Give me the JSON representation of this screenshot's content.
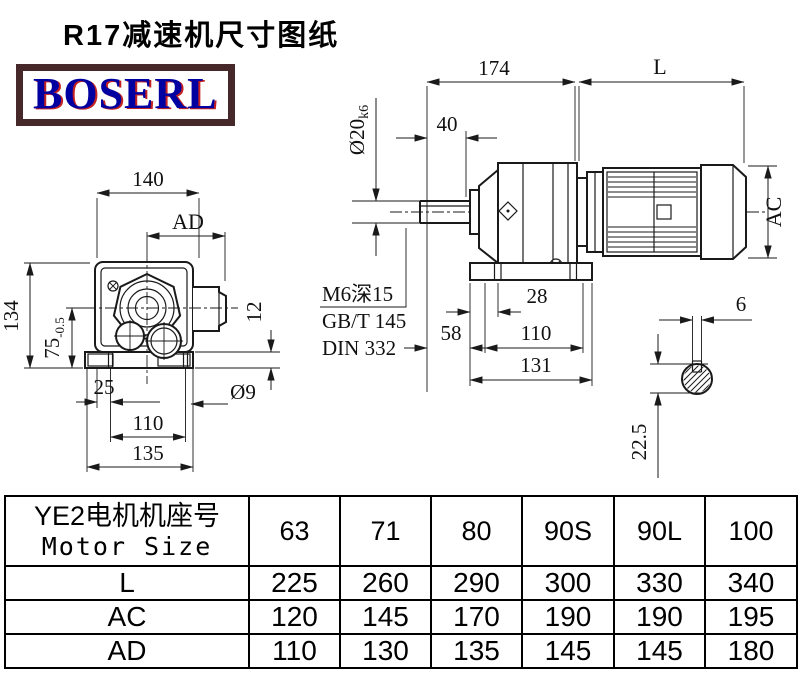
{
  "title": "R17减速机尺寸图纸",
  "logo_text": "BOSERL",
  "colors": {
    "logo_border": "#46282a",
    "logo_text": "#0000a0",
    "logo_shadow": "#c42222",
    "line": "#1a1a1a"
  },
  "front_view": {
    "dim_140": "140",
    "dim_ad": "AD",
    "dim_134": "134",
    "dim_75": "75",
    "dim_75_tol": "-0.5",
    "dim_12": "12",
    "dim_25": "25",
    "dim_d9": "Ø9",
    "dim_110": "110",
    "dim_135": "135"
  },
  "side_view": {
    "dim_174": "174",
    "dim_l": "L",
    "dim_40": "40",
    "shaft_dia": "Ø20",
    "shaft_fit": "k6",
    "dim_ac": "AC",
    "note_tap": "M6深15",
    "note_gb": "GB/T 145",
    "note_din": "DIN 332",
    "dim_58": "58",
    "dim_28": "28",
    "dim_110": "110",
    "dim_131": "131"
  },
  "shaft_section": {
    "dim_6": "6",
    "dim_22_5": "22.5"
  },
  "table": {
    "header_line1": "YE2电机机座号",
    "header_line2": "Motor Size",
    "motor_sizes": [
      "63",
      "71",
      "80",
      "90S",
      "90L",
      "100"
    ],
    "rows": [
      {
        "label": "L",
        "values": [
          "225",
          "260",
          "290",
          "300",
          "330",
          "340"
        ]
      },
      {
        "label": "AC",
        "values": [
          "120",
          "145",
          "170",
          "190",
          "190",
          "195"
        ]
      },
      {
        "label": "AD",
        "values": [
          "110",
          "130",
          "135",
          "145",
          "145",
          "180"
        ]
      }
    ]
  }
}
